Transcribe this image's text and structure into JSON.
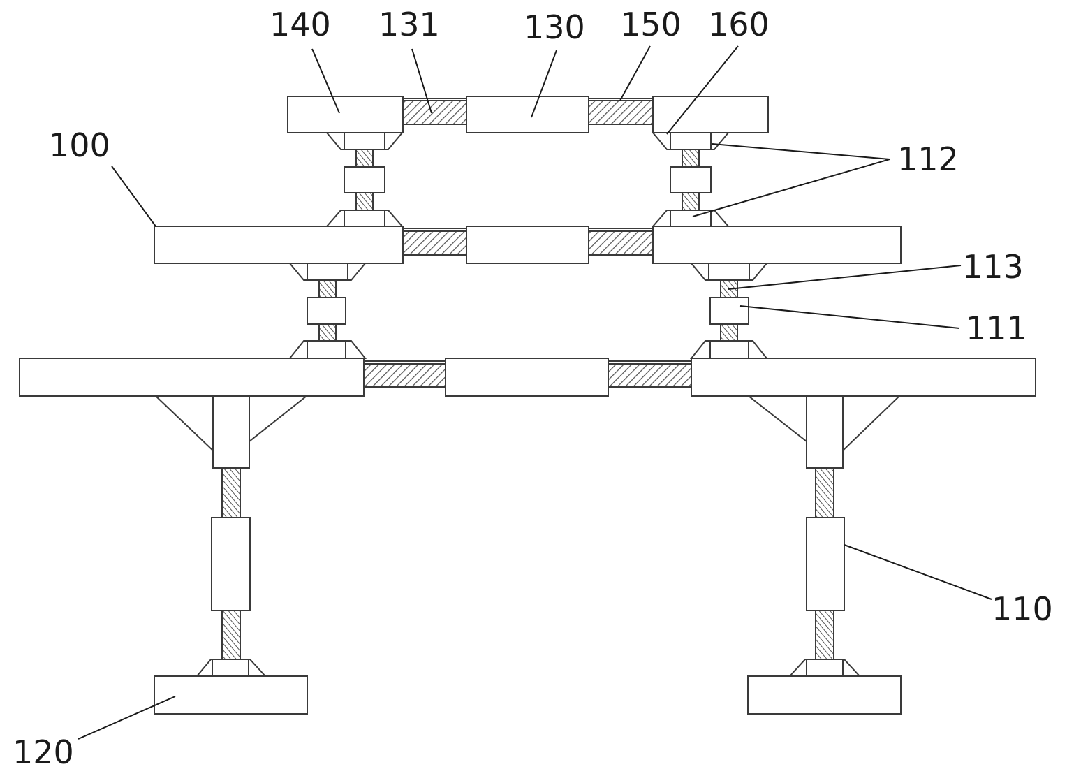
{
  "labels": {
    "l100": "100",
    "l110": "110",
    "l111": "111",
    "l112": "112",
    "l113": "113",
    "l120": "120",
    "l130": "130",
    "l131": "131",
    "l140": "140",
    "l150": "150",
    "l160": "160"
  }
}
